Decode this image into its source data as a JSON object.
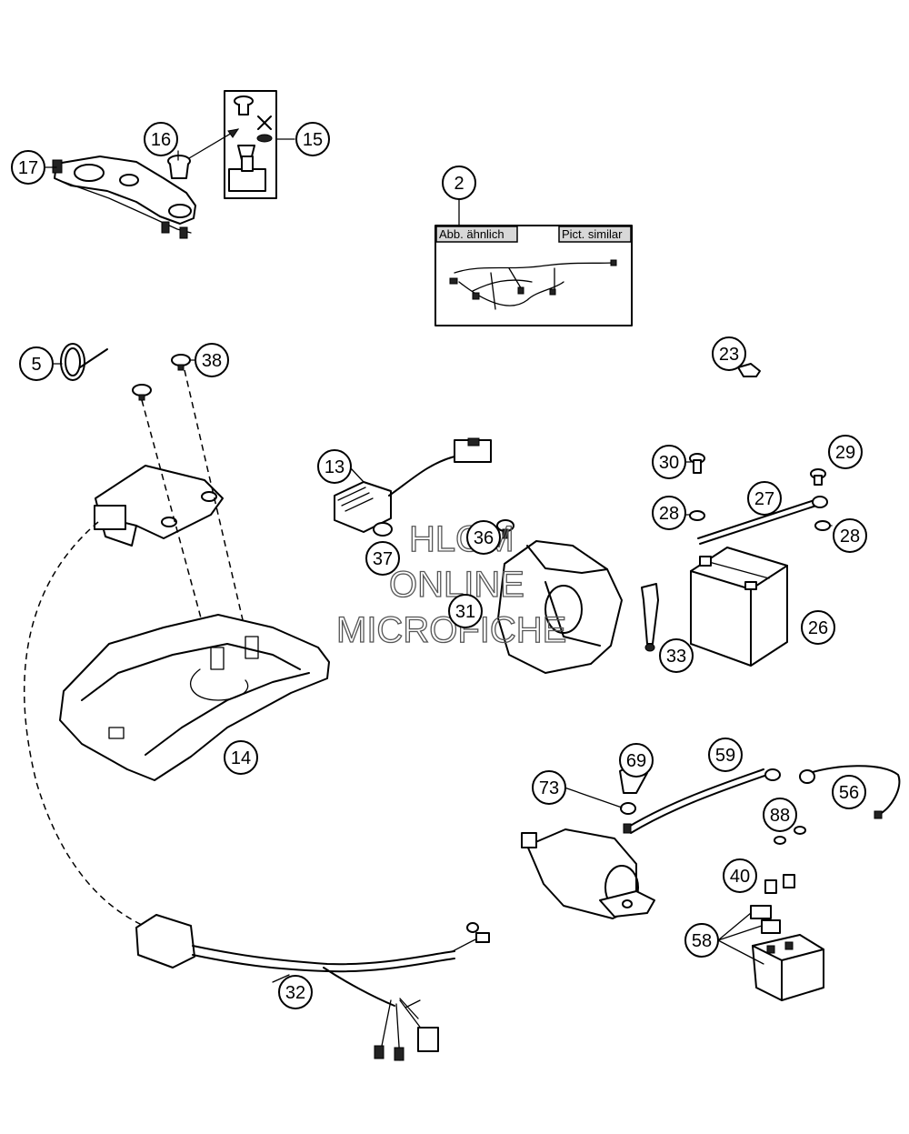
{
  "callouts": [
    "17",
    "16",
    "15",
    "2",
    "5",
    "38",
    "23",
    "13",
    "30",
    "29",
    "27",
    "28",
    "28",
    "36",
    "37",
    "31",
    "33",
    "26",
    "14",
    "69",
    "59",
    "73",
    "56",
    "88",
    "40",
    "58",
    "32"
  ],
  "inset": {
    "label_left": "Abb. ähnlich",
    "label_right": "Pict. similar"
  },
  "watermark": {
    "line1": "HLOM",
    "line2": "ONLINE",
    "line3": "MICROFICHE"
  }
}
